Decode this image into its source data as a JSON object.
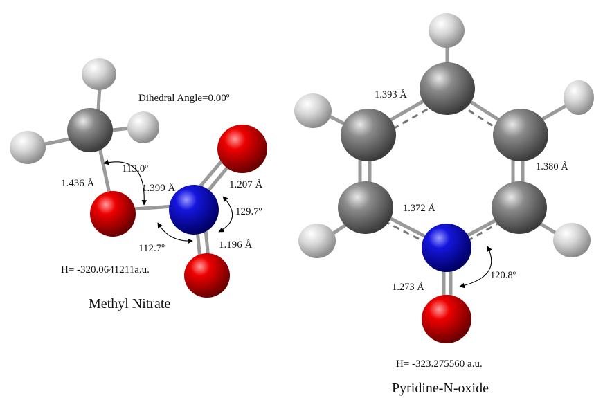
{
  "methyl_nitrate": {
    "name": "Methyl Nitrate",
    "energy": "H= -320.0641211a.u.",
    "dihedral": "Dihedral Angle=0.00º",
    "bond_c_o": "1.436 Å",
    "bond_o_n": "1.399 Å",
    "bond_n_o_upper": "1.207 Å",
    "bond_n_o_lower": "1.196 Å",
    "angle_c_o_n": "113.0º",
    "angle_o_n_o_right": "129.7º",
    "angle_o_n_o_left": "112.7º"
  },
  "pyridine_n_oxide": {
    "name": "Pyridine-N-oxide",
    "energy": "H= -323.275560 a.u.",
    "bond_top_left": "1.393 Å",
    "bond_right": "1.380 Å",
    "bond_c_n": "1.372 Å",
    "bond_n_o": "1.273 Å",
    "angle_c_n_o": "120.8º"
  },
  "atom_colors": {
    "carbon": "#808080",
    "hydrogen": "#dcdcdc",
    "oxygen": "#e00000",
    "nitrogen": "#1010d0"
  }
}
